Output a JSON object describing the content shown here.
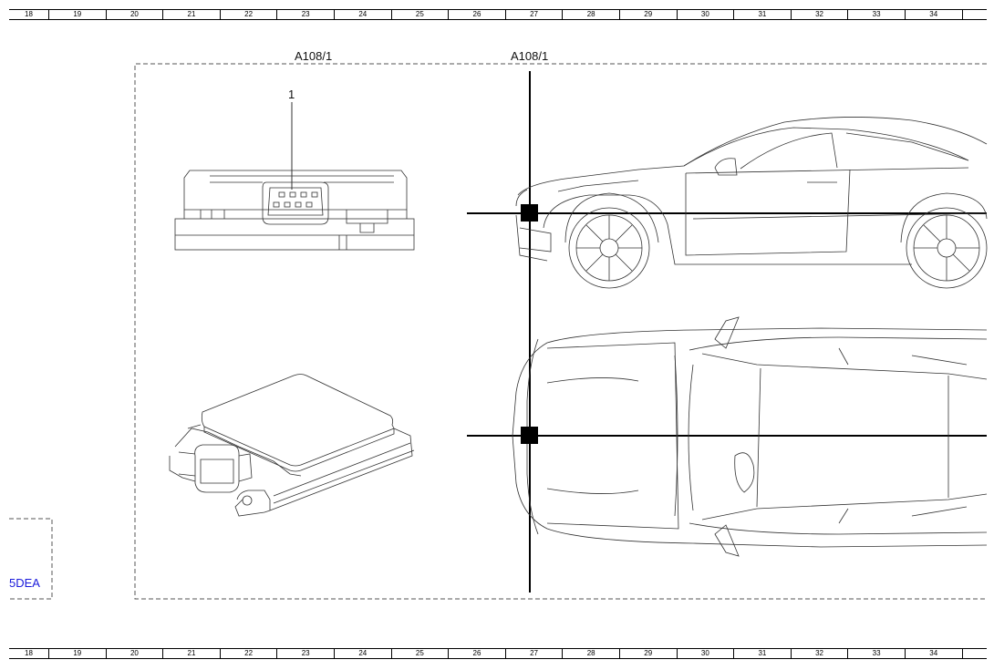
{
  "ruler": {
    "columns": [
      "18",
      "19",
      "20",
      "21",
      "22",
      "23",
      "24",
      "25",
      "26",
      "27",
      "28",
      "29",
      "30",
      "31",
      "32",
      "33",
      "34"
    ]
  },
  "labels": {
    "component_left": "A108/1",
    "component_right": "A108/1",
    "pin_callout": "1",
    "location_code": "5DEA"
  },
  "icons": {
    "connector": "connector-module-icon",
    "car_side": "car-side-view-icon",
    "car_top": "car-top-view-icon",
    "marker": "position-marker-icon"
  }
}
